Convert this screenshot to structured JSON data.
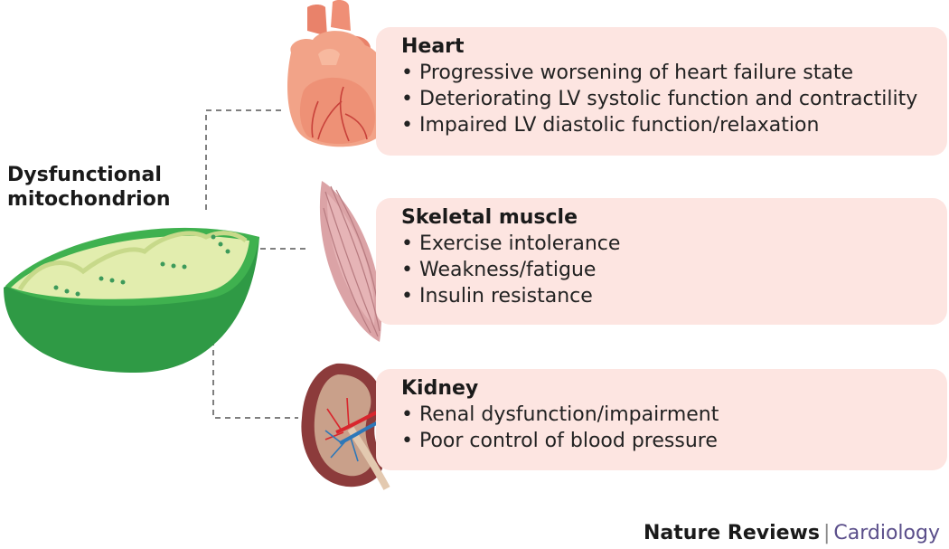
{
  "mitochondrion": {
    "label_line1": "Dysfunctional",
    "label_line2": "mitochondrion"
  },
  "organs": [
    {
      "title": "Heart",
      "items": [
        "Progressive worsening of heart failure state",
        "Deteriorating LV systolic function and contractility",
        "Impaired LV diastolic function/relaxation"
      ]
    },
    {
      "title": "Skeletal muscle",
      "items": [
        "Exercise intolerance",
        "Weakness/fatigue",
        "Insulin resistance"
      ]
    },
    {
      "title": "Kidney",
      "items": [
        "Renal dysfunction/impairment",
        "Poor control of blood pressure"
      ]
    }
  ],
  "footer": {
    "journal": "Nature Reviews",
    "separator": "|",
    "section": "Cardiology"
  },
  "colors": {
    "card_background": "#fde5e1",
    "mitochondrion_outer": "#3aa84e",
    "mitochondrion_inner": "#dde9a6",
    "heart": "#ef9a7d",
    "muscle": "#d9a0a4",
    "kidney": "#8c3b3b",
    "artery": "#d8262d",
    "vein": "#2d78b9",
    "section_text": "#5a4e8a"
  },
  "icons": [
    "mitochondrion-icon",
    "heart-icon",
    "skeletal-muscle-icon",
    "kidney-icon"
  ]
}
